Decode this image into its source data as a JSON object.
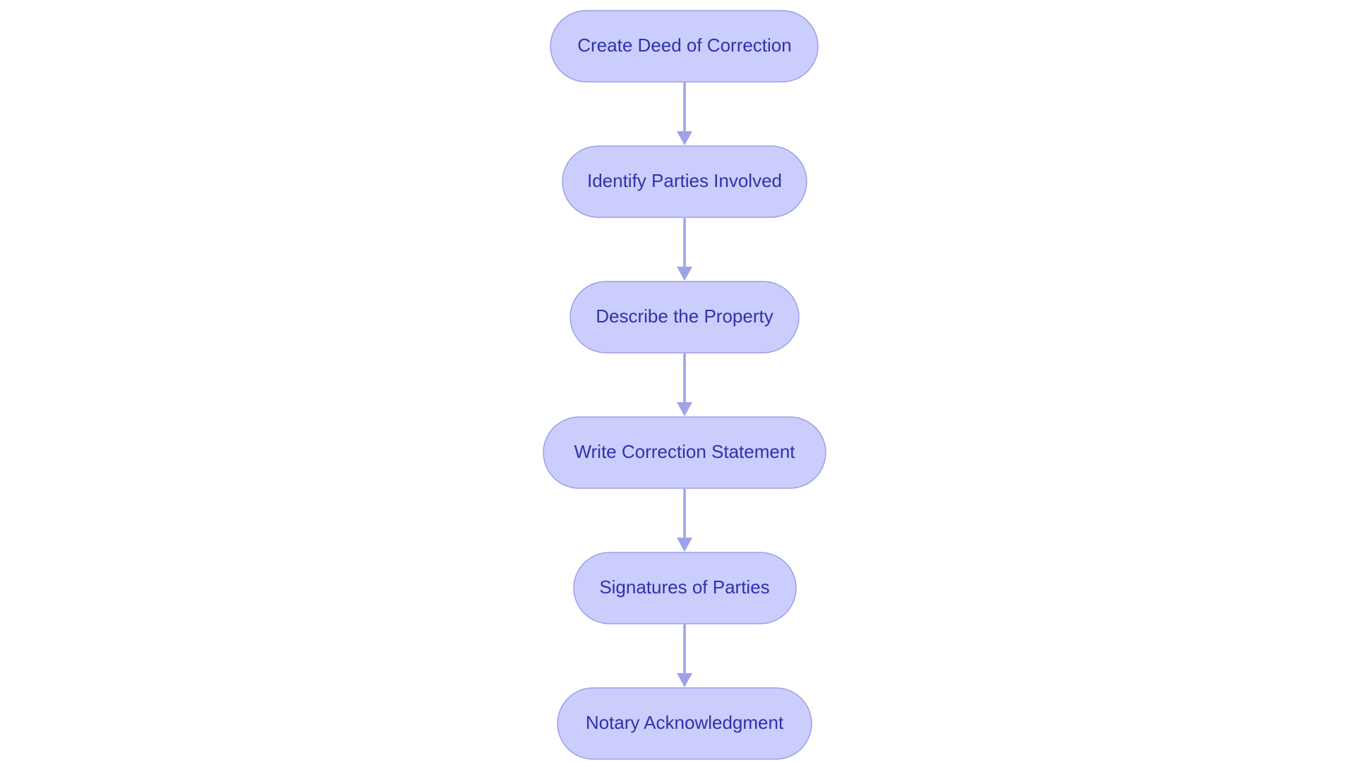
{
  "diagram": {
    "type": "flowchart",
    "direction": "top-to-bottom",
    "colors": {
      "node_fill": "#cbcdfd",
      "node_border": "#9c9fe6",
      "node_text": "#2f32a8",
      "edge": "#9ea2eb",
      "background": "#ffffff"
    },
    "nodes": [
      {
        "id": "n1",
        "label": "Create Deed of Correction"
      },
      {
        "id": "n2",
        "label": "Identify Parties Involved"
      },
      {
        "id": "n3",
        "label": "Describe the Property"
      },
      {
        "id": "n4",
        "label": "Write Correction Statement"
      },
      {
        "id": "n5",
        "label": "Signatures of Parties"
      },
      {
        "id": "n6",
        "label": "Notary Acknowledgment"
      }
    ],
    "edges": [
      {
        "from": "n1",
        "to": "n2"
      },
      {
        "from": "n2",
        "to": "n3"
      },
      {
        "from": "n3",
        "to": "n4"
      },
      {
        "from": "n4",
        "to": "n5"
      },
      {
        "from": "n5",
        "to": "n6"
      }
    ]
  }
}
